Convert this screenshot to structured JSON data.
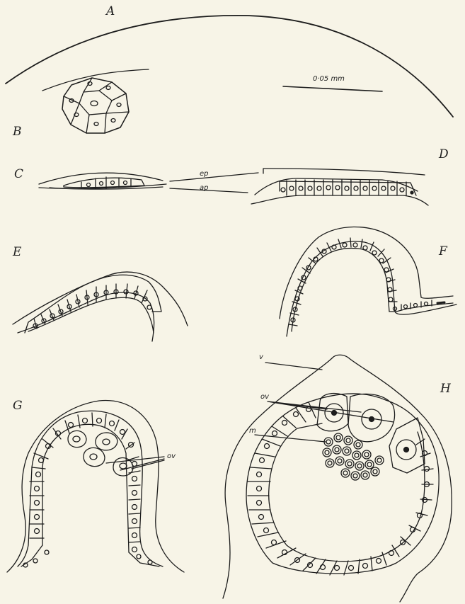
{
  "panels": {
    "a": "A",
    "b": "B",
    "c": "C",
    "d": "D",
    "e": "E",
    "f": "F",
    "g": "G",
    "h": "H"
  },
  "scale_bar": "0·05 mm",
  "labels": {
    "ep": "ep",
    "ap": "ap",
    "ov_g": "ov",
    "ov_h": "ov",
    "m": "m",
    "v": "v"
  }
}
